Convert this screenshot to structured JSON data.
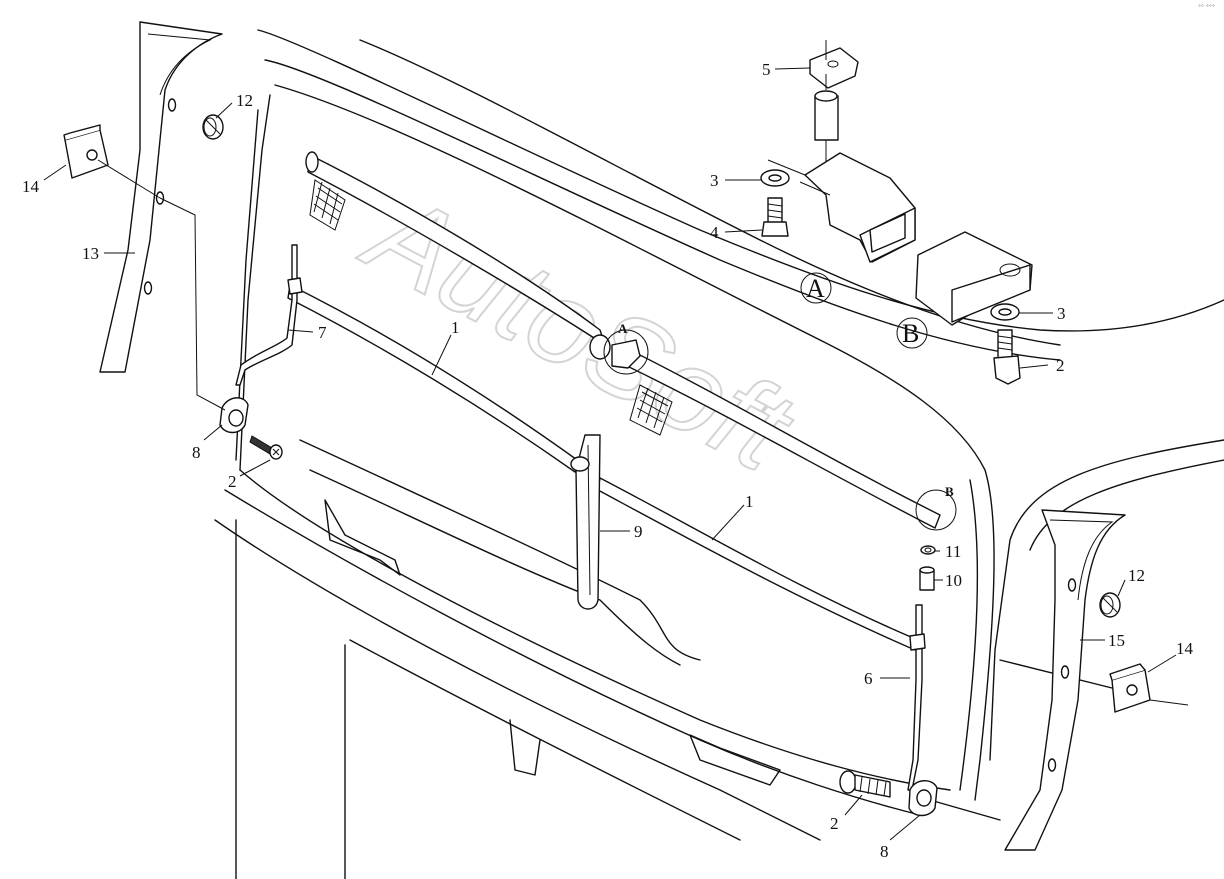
{
  "watermark": "AutoSoft",
  "corner_mark": "°° °°°",
  "detail_views": [
    {
      "id": "detail-a",
      "label": "A"
    },
    {
      "id": "detail-b",
      "label": "B"
    }
  ],
  "circle_markers": [
    {
      "id": "marker-a",
      "label": "A"
    },
    {
      "id": "marker-b",
      "label": "B"
    }
  ],
  "callouts": [
    {
      "id": "c1a",
      "label": "1"
    },
    {
      "id": "c1b",
      "label": "1"
    },
    {
      "id": "c2a",
      "label": "2"
    },
    {
      "id": "c2b",
      "label": "2"
    },
    {
      "id": "c2c",
      "label": "2"
    },
    {
      "id": "c3a",
      "label": "3"
    },
    {
      "id": "c3b",
      "label": "3"
    },
    {
      "id": "c4",
      "label": "4"
    },
    {
      "id": "c5",
      "label": "5"
    },
    {
      "id": "c6",
      "label": "6"
    },
    {
      "id": "c7",
      "label": "7"
    },
    {
      "id": "c8a",
      "label": "8"
    },
    {
      "id": "c8b",
      "label": "8"
    },
    {
      "id": "c9",
      "label": "9"
    },
    {
      "id": "c10",
      "label": "10"
    },
    {
      "id": "c11",
      "label": "11"
    },
    {
      "id": "c12a",
      "label": "12"
    },
    {
      "id": "c12b",
      "label": "12"
    },
    {
      "id": "c13",
      "label": "13"
    },
    {
      "id": "c14a",
      "label": "14"
    },
    {
      "id": "c14b",
      "label": "14"
    },
    {
      "id": "c15",
      "label": "15"
    }
  ]
}
